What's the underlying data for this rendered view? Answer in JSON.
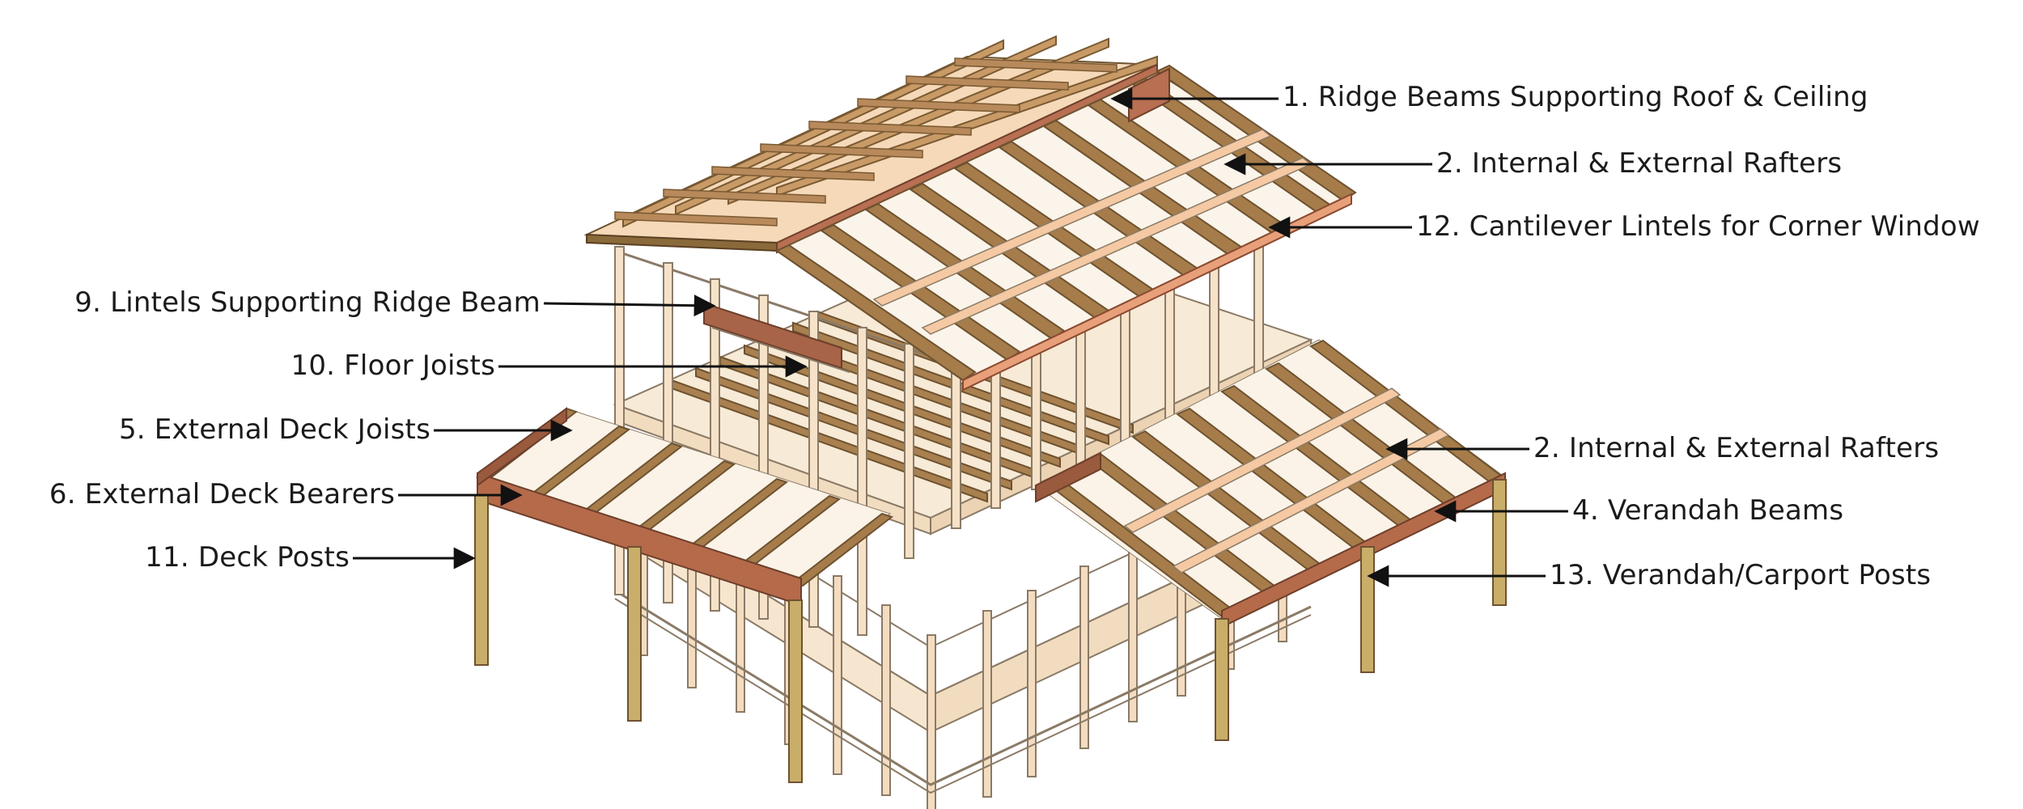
{
  "colors": {
    "pale_timber": "#f3dcc0",
    "pale_edge": "#8a7a66",
    "mid_timber": "#b88a58",
    "dark_timber": "#8a6a3a",
    "red_timber": "#b56a4a",
    "post_timber": "#c9ae6a",
    "line": "#111111"
  },
  "labels": {
    "ridge_beams": "1. Ridge Beams Supporting Roof & Ceiling",
    "rafters_upper": "2. Internal & External Rafters",
    "cantilever_lintels": "12. Cantilever Lintels for Corner Window",
    "lintels_ridge": "9. Lintels Supporting Ridge Beam",
    "floor_joists": "10. Floor Joists",
    "deck_joists": "5. External Deck Joists",
    "deck_bearers": "6. External Deck Bearers",
    "deck_posts": "11. Deck Posts",
    "rafters_lower": "2. Internal & External Rafters",
    "verandah_beams": "4. Verandah Beams",
    "verandah_posts": "13. Verandah/Carport Posts"
  }
}
